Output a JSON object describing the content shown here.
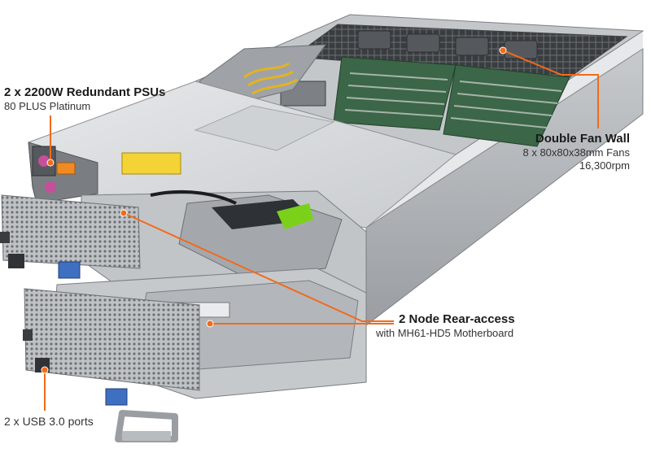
{
  "callouts": {
    "psu": {
      "title": "2 x 2200W Redundant PSUs",
      "subtitle": "80 PLUS Platinum"
    },
    "fan": {
      "title": "Double Fan Wall",
      "subtitle": "8 x 80x80x38mm Fans",
      "subtitle2": "16,300rpm"
    },
    "node": {
      "title": "2 Node Rear-access",
      "subtitle": "with MH61-HD5 Motherboard"
    },
    "usb": {
      "title": "2 x USB 3.0 ports"
    }
  },
  "colors": {
    "accent": "#f26a1b",
    "chassis_light": "#d9dbdd",
    "chassis_dark": "#8a8d90",
    "pcb": "#2f5a3a"
  }
}
